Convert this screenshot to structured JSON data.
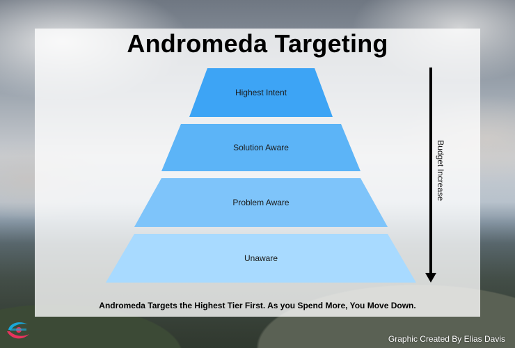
{
  "title": "Andromeda Targeting",
  "pyramid": {
    "tiers": [
      {
        "label": "Highest Intent",
        "color": "#3da4f5"
      },
      {
        "label": "Solution Aware",
        "color": "#5cb4f7"
      },
      {
        "label": "Problem Aware",
        "color": "#7ec4fa"
      },
      {
        "label": "Unaware",
        "color": "#a8daff"
      }
    ]
  },
  "arrow": {
    "label": "Budget Increase",
    "direction": "down"
  },
  "caption": "Andromeda Targets the Highest Tier First. As you Spend More, You Move Down.",
  "credit": "Graphic Created By Elias Davis",
  "logo": {
    "icon": "brand-logo-icon",
    "colors": [
      "#1aa7d9",
      "#e8335d"
    ]
  }
}
